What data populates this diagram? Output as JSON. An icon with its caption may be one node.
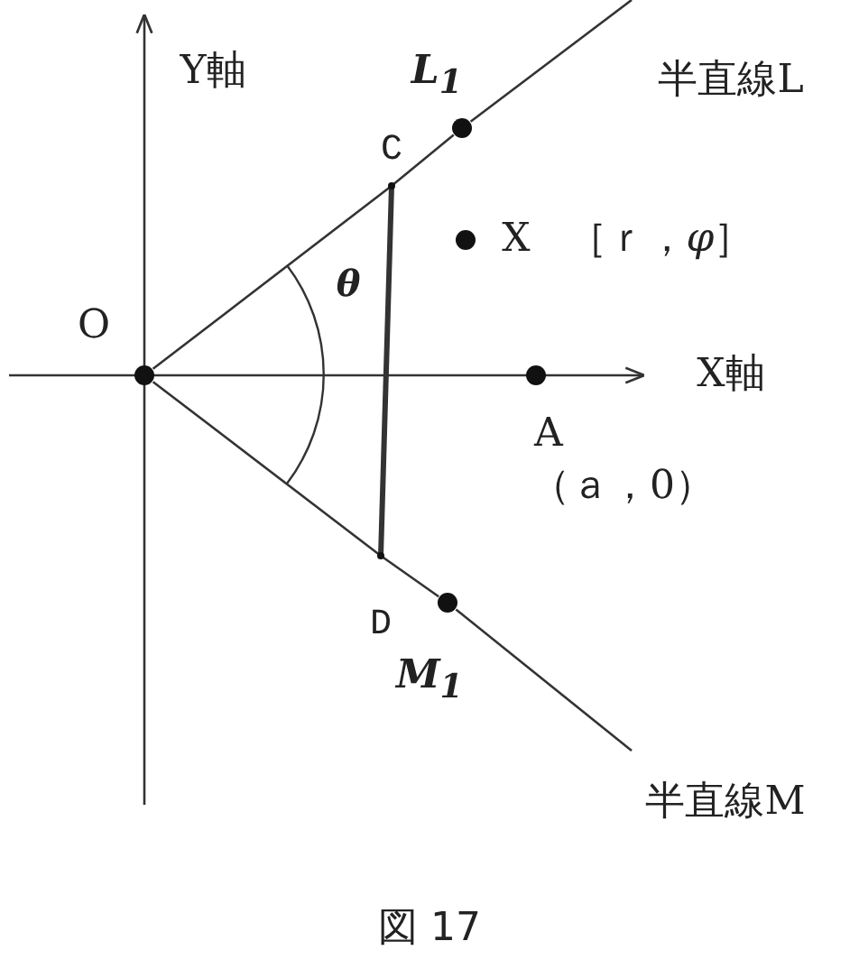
{
  "diagram": {
    "caption": "図 17",
    "nodes": [
      {
        "text": [
          "O"
        ]
      },
      {
        "text": [
          "C"
        ]
      },
      {
        "text": [
          "L$_{1}$"
        ]
      },
      {
        "text": [
          "X"
        ],
        "beside": [
          "［ｒ，*φ*］"
        ]
      },
      {
        "text": [
          "A"
        ],
        "beside": [
          "（ａ，0）"
        ]
      },
      {
        "text": [
          "D"
        ]
      },
      {
        "text": [
          "M$_{1}$"
        ]
      }
    ],
    "edges": [
      {
        "from": 0,
        "to": 1,
        "arrow": "none"
      },
      {
        "from": 1,
        "to": 2,
        "arrow": "none"
      },
      {
        "from": 2,
        "to": null,
        "arrow": "none"
      },
      {
        "from": 1,
        "to": 5,
        "arrow": "none",
        "style": "thick"
      },
      {
        "from": 0,
        "to": 5,
        "arrow": "none"
      },
      {
        "from": 5,
        "to": 6,
        "arrow": "none"
      },
      {
        "from": 6,
        "to": null,
        "arrow": "none"
      }
    ],
    "labels": [
      "Y軸",
      "半直線L",
      "θ",
      "X軸",
      "半直線M"
    ]
  }
}
